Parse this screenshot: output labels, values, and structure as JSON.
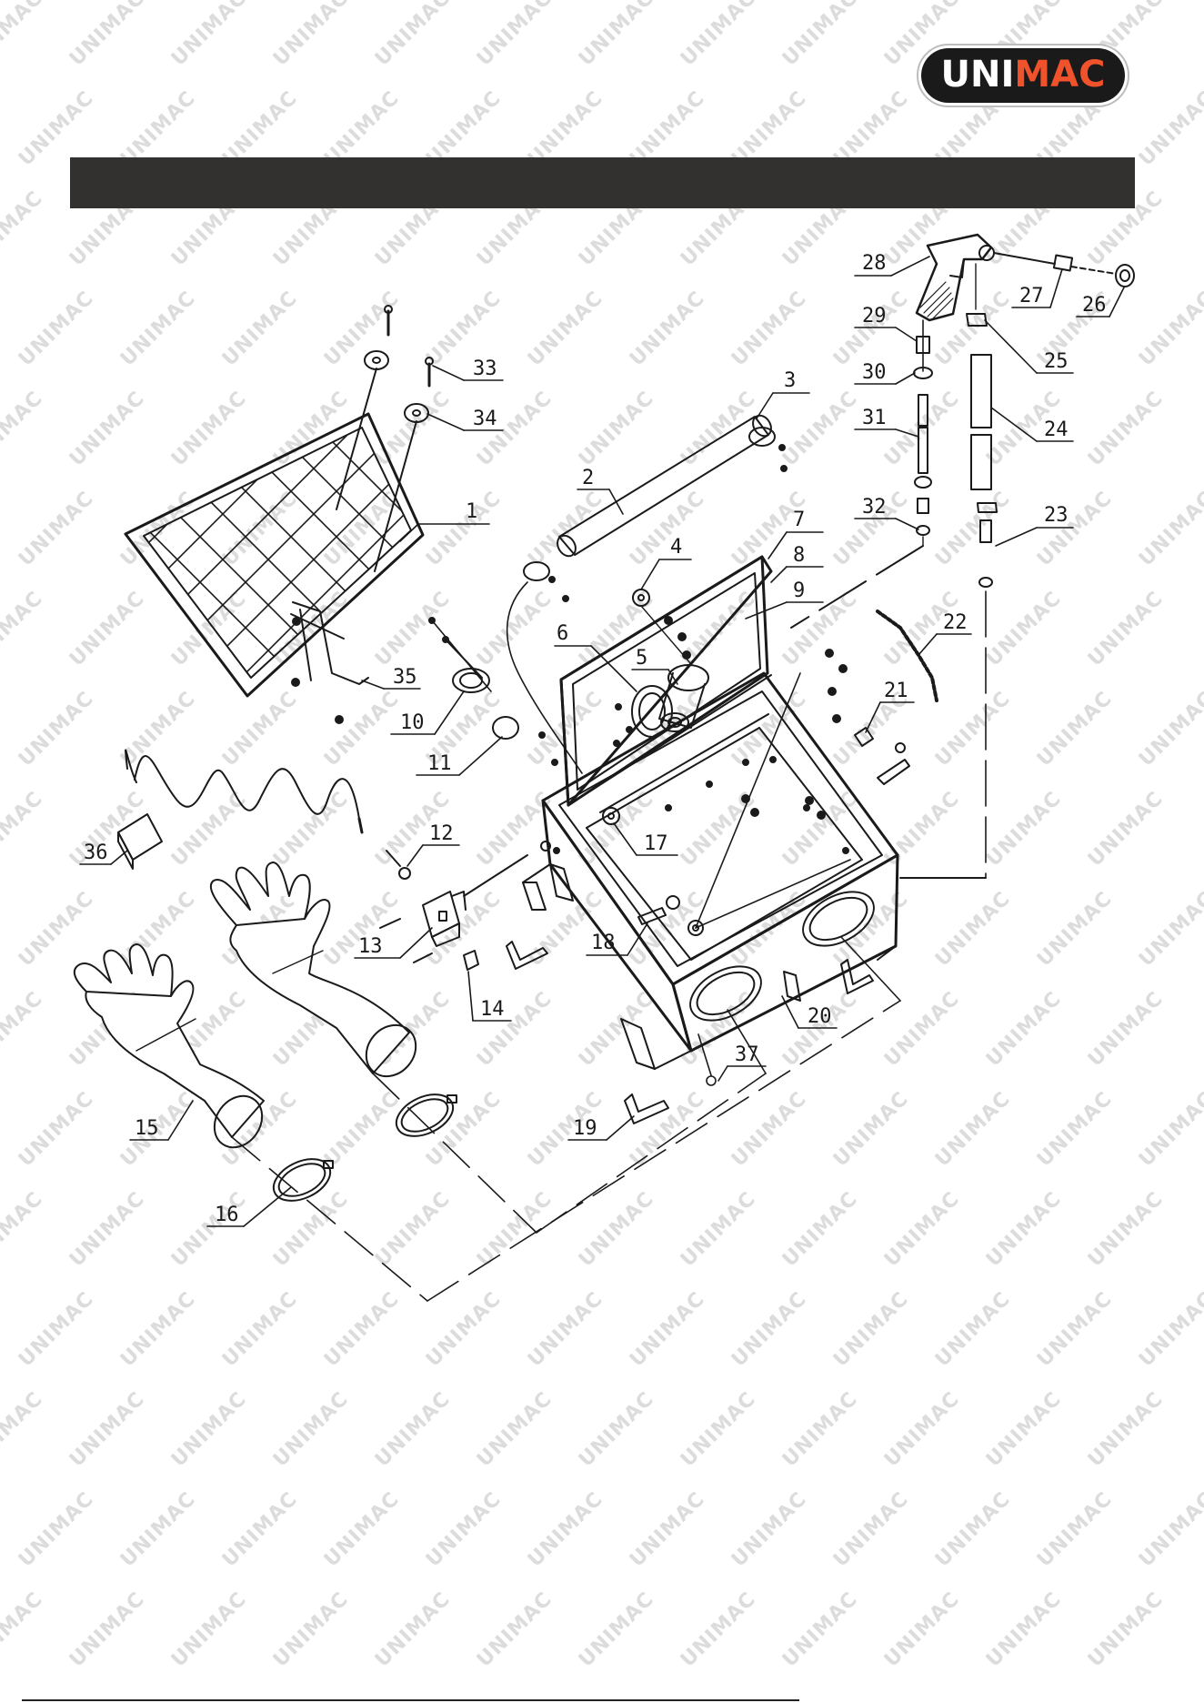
{
  "brand": {
    "logo_text_left": "UNI",
    "logo_text_right": "MAC",
    "logo_left_color": "#ffffff",
    "logo_right_color": "#f0522b",
    "logo_bg": "#1a1a1a",
    "watermark_text": "UNIMAC"
  },
  "header": {
    "title": "",
    "bar_color": "#333130"
  },
  "diagram": {
    "callouts": [
      {
        "n": "1"
      },
      {
        "n": "2"
      },
      {
        "n": "3"
      },
      {
        "n": "4"
      },
      {
        "n": "5"
      },
      {
        "n": "6"
      },
      {
        "n": "7"
      },
      {
        "n": "8"
      },
      {
        "n": "9"
      },
      {
        "n": "10"
      },
      {
        "n": "11"
      },
      {
        "n": "12"
      },
      {
        "n": "13"
      },
      {
        "n": "14"
      },
      {
        "n": "15"
      },
      {
        "n": "16"
      },
      {
        "n": "17"
      },
      {
        "n": "18"
      },
      {
        "n": "19"
      },
      {
        "n": "20"
      },
      {
        "n": "21"
      },
      {
        "n": "22"
      },
      {
        "n": "23"
      },
      {
        "n": "24"
      },
      {
        "n": "25"
      },
      {
        "n": "26"
      },
      {
        "n": "27"
      },
      {
        "n": "28"
      },
      {
        "n": "29"
      },
      {
        "n": "30"
      },
      {
        "n": "31"
      },
      {
        "n": "32"
      },
      {
        "n": "33"
      },
      {
        "n": "34"
      },
      {
        "n": "35"
      },
      {
        "n": "36"
      },
      {
        "n": "37"
      }
    ]
  }
}
